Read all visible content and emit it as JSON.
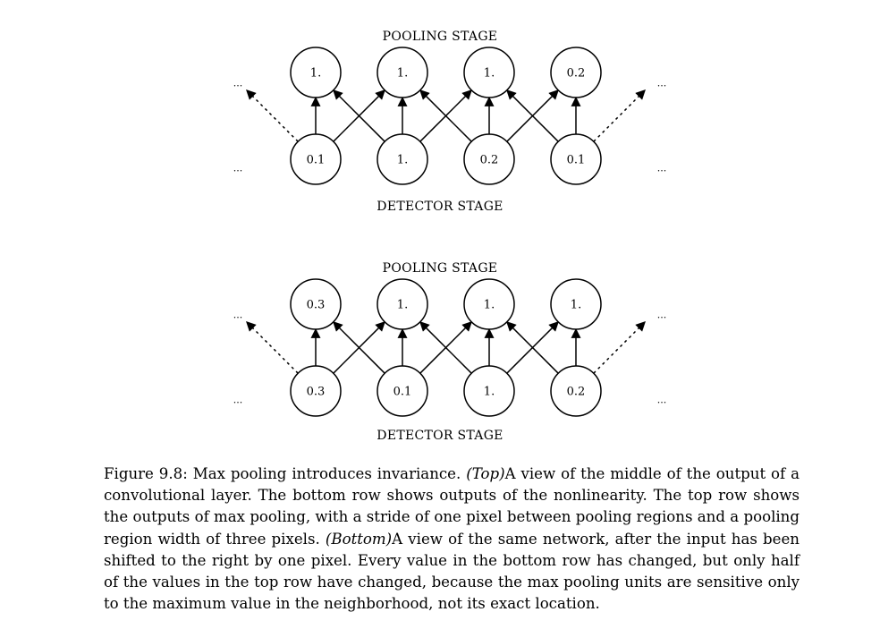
{
  "diagrams": [
    {
      "pooling_label": "POOLING STAGE",
      "detector_label": "DETECTOR STAGE",
      "pooling_values": [
        "1.",
        "1.",
        "1.",
        "0.2"
      ],
      "detector_values": [
        "0.1",
        "1.",
        "0.2",
        "0.1"
      ]
    },
    {
      "pooling_label": "POOLING STAGE",
      "detector_label": "DETECTOR STAGE",
      "pooling_values": [
        "0.3",
        "1.",
        "1.",
        "1."
      ],
      "detector_values": [
        "0.3",
        "0.1",
        "1.",
        "0.2"
      ]
    }
  ],
  "ellipsis": "...",
  "caption": {
    "figure_label": "Figure 9.8:",
    "text_1": " Max pooling introduces invariance. ",
    "top_tag": "(Top)",
    "text_2": "A view of the middle of the output of a convolutional layer. The bottom row shows outputs of the nonlinearity. The top row shows the outputs of max pooling, with a stride of one pixel between pooling regions and a pooling region width of three pixels. ",
    "bottom_tag": "(Bottom)",
    "text_3": "A view of the same network, after the input has been shifted to the right by one pixel. Every value in the bottom row has changed, but only half of the values in the top row have changed, because the max pooling units are sensitive only to the maximum value in the neighborhood, not its exact location."
  }
}
